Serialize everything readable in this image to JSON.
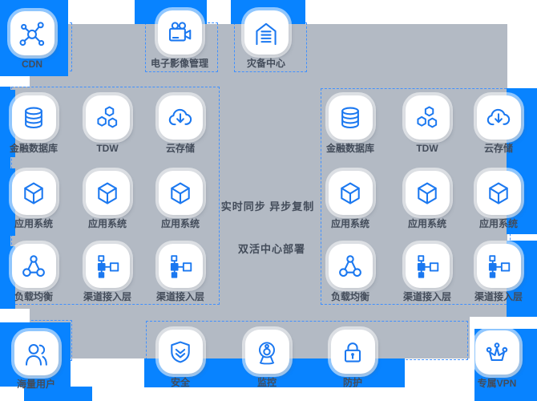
{
  "colors": {
    "highlight_blue": "#0883ff",
    "panel_gray": "#b3bac4",
    "icon_blue": "#1b78f0",
    "dashed_border_blue": "#4191ff",
    "label_dark": "#434c5a"
  },
  "top_nodes": [
    {
      "label": "CDN",
      "icon": "cdn-network-icon"
    },
    {
      "label": "电子影像管理",
      "icon": "movie-camera-icon"
    },
    {
      "label": "灾备中心",
      "icon": "disaster-recovery-house-icon"
    }
  ],
  "left_group": {
    "items": [
      {
        "label": "金融数据库",
        "icon": "database-icon"
      },
      {
        "label": "TDW",
        "icon": "hexagons-icon"
      },
      {
        "label": "云存储",
        "icon": "cloud-download-icon"
      },
      {
        "label": "应用系统",
        "icon": "cube-icon"
      },
      {
        "label": "应用系统",
        "icon": "cube-icon"
      },
      {
        "label": "应用系统",
        "icon": "cube-icon"
      },
      {
        "label": "负载均衡",
        "icon": "load-balance-icon"
      },
      {
        "label": "渠道接入层",
        "icon": "channel-tree-icon"
      },
      {
        "label": "渠道接入层",
        "icon": "channel-tree-icon"
      }
    ]
  },
  "right_group": {
    "items": [
      {
        "label": "金融数据库",
        "icon": "database-icon"
      },
      {
        "label": "TDW",
        "icon": "hexagons-icon"
      },
      {
        "label": "云存储",
        "icon": "cloud-download-icon"
      },
      {
        "label": "应用系统",
        "icon": "cube-icon"
      },
      {
        "label": "应用系统",
        "icon": "cube-icon"
      },
      {
        "label": "应用系统",
        "icon": "cube-icon"
      },
      {
        "label": "负载均衡",
        "icon": "load-balance-icon"
      },
      {
        "label": "渠道接入层",
        "icon": "channel-tree-icon"
      },
      {
        "label": "渠道接入层",
        "icon": "channel-tree-icon"
      }
    ]
  },
  "center": {
    "line1": "实时同步 异步复制",
    "line2": "双活中心部署"
  },
  "bottom_nodes": [
    {
      "label": "海量用户",
      "icon": "users-icon"
    },
    {
      "label": "安全",
      "icon": "shield-check-icon"
    },
    {
      "label": "监控",
      "icon": "webcam-icon"
    },
    {
      "label": "防护",
      "icon": "lock-icon"
    },
    {
      "label": "专属VPN",
      "icon": "crown-icon"
    }
  ]
}
